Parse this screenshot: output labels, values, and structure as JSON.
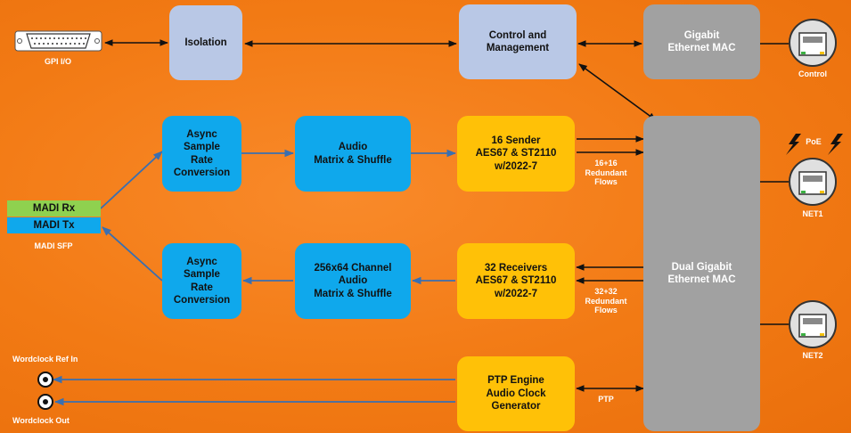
{
  "blocks": {
    "gpi_label": "GPI I/O",
    "isolation": "Isolation",
    "control_mgmt": "Control and\nManagement",
    "gigabit_mac": "Gigabit\nEthernet MAC",
    "async_top": "Async\nSample\nRate\nConversion",
    "audio_matrix": "Audio\nMatrix & Shuffle",
    "sender": "16 Sender\nAES67 & ST2110\nw/2022-7",
    "dual_mac": "Dual Gigabit\nEthernet MAC",
    "madi_rx": "MADI Rx",
    "madi_tx": "MADI Tx",
    "madi_sfp": "MADI SFP",
    "async_bottom": "Async\nSample\nRate\nConversion",
    "channel_matrix": "256x64 Channel\nAudio\nMatrix & Shuffle",
    "receivers": "32 Receivers\nAES67 & ST2110\nw/2022-7",
    "ptp_engine": "PTP Engine\nAudio Clock\nGenerator"
  },
  "labels": {
    "sender_flows": "16+16\nRedundant\nFlows",
    "receiver_flows": "32+32\nRedundant\nFlows",
    "ptp": "PTP",
    "wordclock_in": "Wordclock Ref In",
    "wordclock_out": "Wordclock Out",
    "port_control": "Control",
    "port_net1": "NET1",
    "port_net2": "NET2",
    "poe": "PoE"
  },
  "colors": {
    "background": "#f27a14",
    "light_blue": "#b9c8e6",
    "gray": "#a1a1a1",
    "blue": "#0fa8ec",
    "yellow": "#ffc107",
    "madi_rx_green": "#8fd14f",
    "blue_arrow": "#3a6fb0"
  },
  "icons": [
    "db25-connector-icon",
    "rj45-port-icon",
    "lightning-icon",
    "bnc-connector-icon"
  ]
}
